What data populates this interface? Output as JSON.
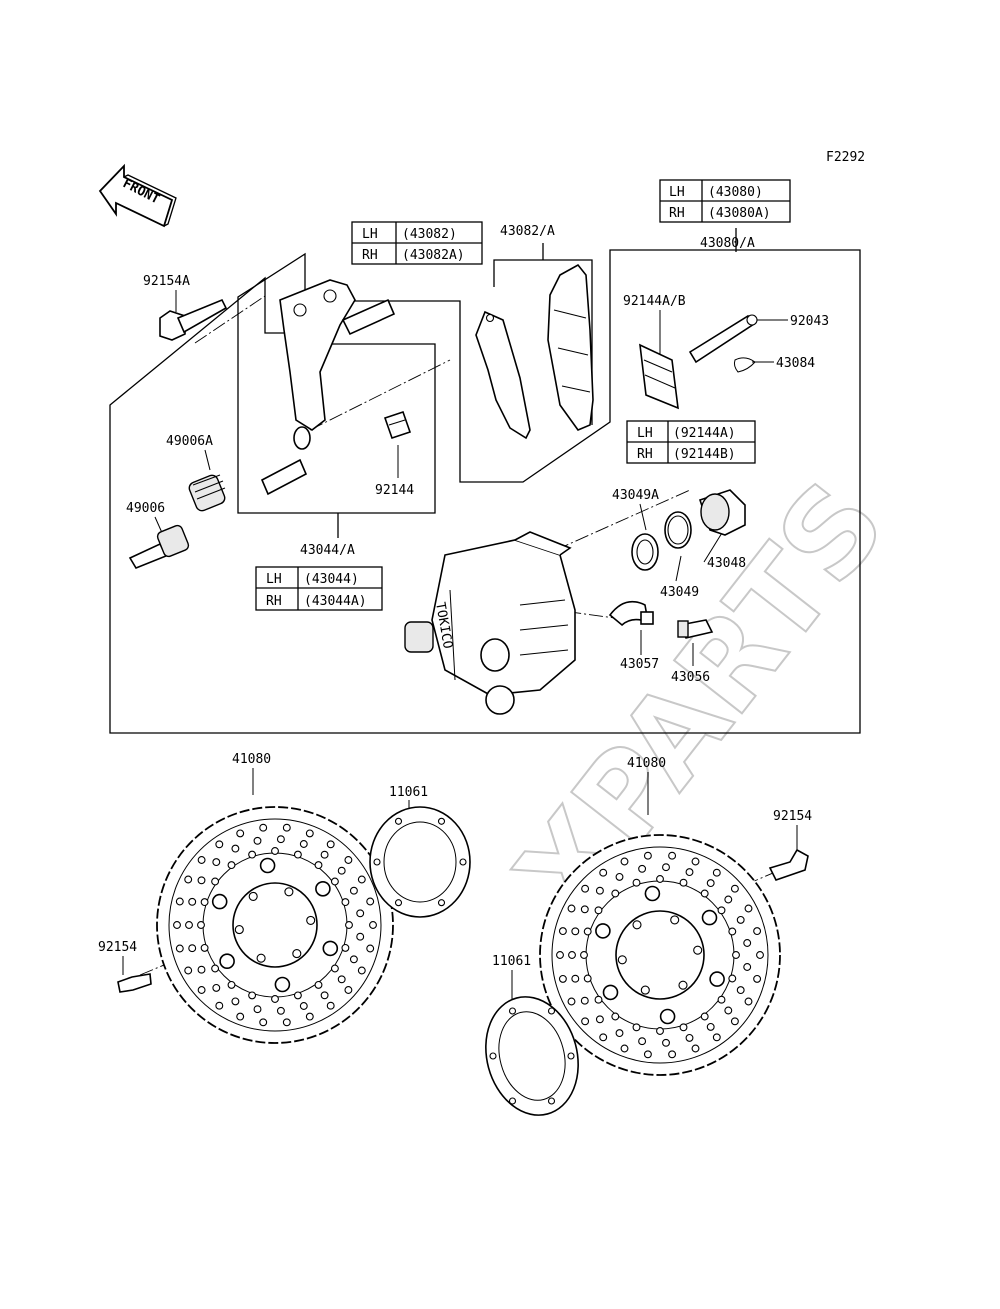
{
  "figure_code": "F2292",
  "watermark": "XPARTS",
  "front_arrow": {
    "text": "FRONT",
    "icon": "front-direction-arrow-icon"
  },
  "tables": {
    "pads": {
      "rows": [
        {
          "side": "LH",
          "part": "(43082)"
        },
        {
          "side": "RH",
          "part": "(43082A)"
        }
      ]
    },
    "caliper": {
      "rows": [
        {
          "side": "LH",
          "part": "(43080)"
        },
        {
          "side": "RH",
          "part": "(43080A)"
        }
      ]
    },
    "shim": {
      "rows": [
        {
          "side": "LH",
          "part": "(92144A)"
        },
        {
          "side": "RH",
          "part": "(92144B)"
        }
      ]
    },
    "bracket": {
      "rows": [
        {
          "side": "LH",
          "part": "(43044)"
        },
        {
          "side": "RH",
          "part": "(43044A)"
        }
      ]
    }
  },
  "labels": {
    "p43082A": "43082/A",
    "p43080A": "43080/A",
    "p92154A": "92154A",
    "p92144AB": "92144A/B",
    "p92043": "92043",
    "p43084": "43084",
    "p49006A": "49006A",
    "p49006": "49006",
    "p92144": "92144",
    "p43044A": "43044/A",
    "p43049A": "43049A",
    "p43048": "43048",
    "p43049": "43049",
    "p43057": "43057",
    "p43056": "43056",
    "p41080_left": "41080",
    "p11061_left": "11061",
    "p92154_left": "92154",
    "p41080_right": "41080",
    "p92154_right": "92154",
    "p11061_right": "11061"
  }
}
